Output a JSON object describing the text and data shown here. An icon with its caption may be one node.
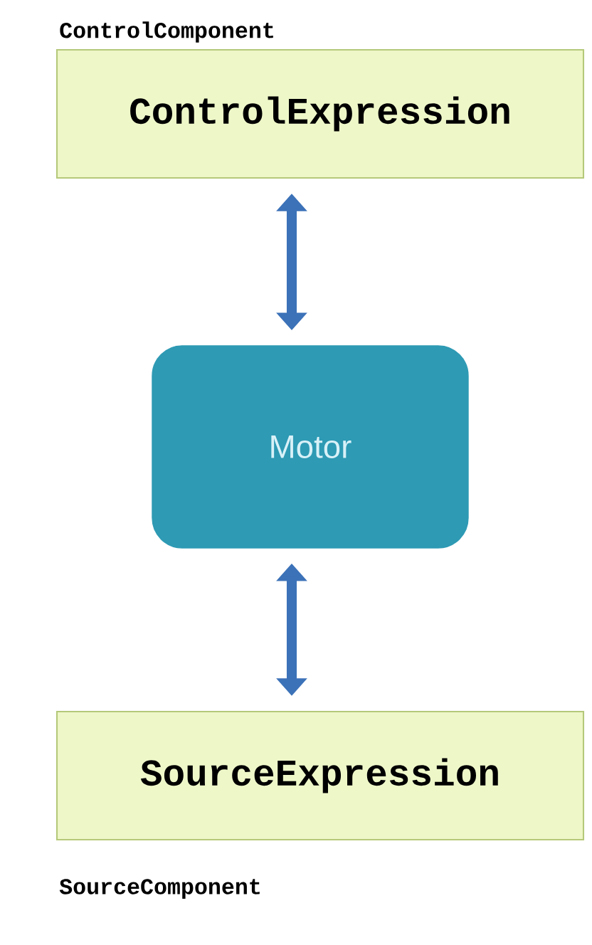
{
  "diagram": {
    "nodes": [
      {
        "text": [
          "ControlExpression"
        ],
        "beside": [
          "ControlComponent"
        ]
      },
      {
        "text": [
          "Motor"
        ]
      },
      {
        "text": [
          "SourceExpression"
        ],
        "beside": [
          "SourceComponent"
        ]
      }
    ],
    "edges": [
      {
        "from": 0,
        "to": 1,
        "arrow": "both"
      },
      {
        "from": 1,
        "to": 2,
        "arrow": "both"
      }
    ]
  }
}
